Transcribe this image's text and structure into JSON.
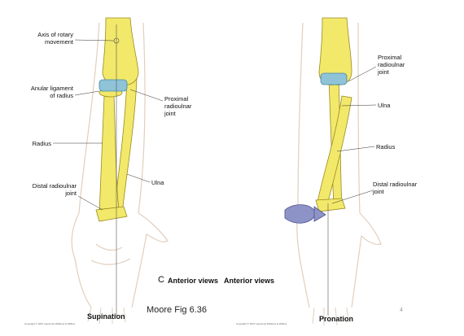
{
  "left_panel": {
    "labels": {
      "axis": "Axis of rotary\nmovement",
      "anular": "Anular ligament\nof radius",
      "proximal": "Proximal\nradioulnar\njoint",
      "radius": "Radius",
      "distal": "Distal radioulnar\njoint",
      "ulna": "Ulna"
    },
    "caption": "Supination"
  },
  "right_panel": {
    "labels": {
      "proximal": "Proximal\nradioulnar\njoint",
      "ulna": "Ulna",
      "radius": "Radius",
      "distal": "Distal radioulnar\njoint"
    },
    "caption": "Pronation"
  },
  "view_letter": "C",
  "views_label_1": "Anterior views",
  "views_label_2": "Anterior views",
  "source": "Moore Fig 6.36",
  "page_number": "4",
  "copyright": "Copyright © 2007 Lippincott Williams & Wilkins",
  "colors": {
    "skin_outline": "#e0cfbf",
    "bone_fill": "#f2e86a",
    "bone_stroke": "#9a8a20",
    "ligament": "#8fc3d8",
    "rotation_arrow": "#8d93c7"
  }
}
